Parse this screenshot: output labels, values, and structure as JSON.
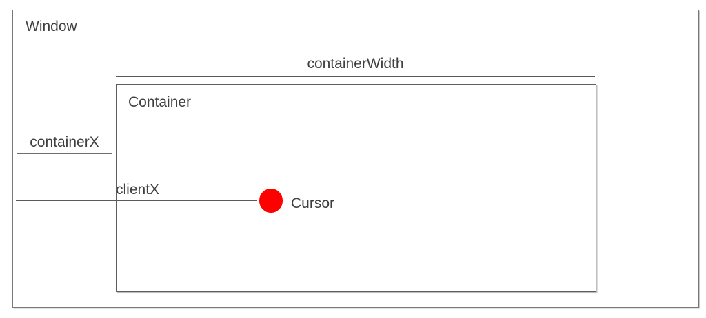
{
  "diagram": {
    "window_label": "Window",
    "container_label": "Container",
    "container_width_label": "containerWidth",
    "container_x_label": "containerX",
    "client_x_label": "clientX",
    "cursor_label": "Cursor",
    "cursor_color": "#fe0000",
    "colors": {
      "window_border": "#787878",
      "container_border": "#5e5e5e",
      "measurement_line": "#5a5a5a",
      "text": "#3f3f3f",
      "background": "#ffffff"
    }
  }
}
